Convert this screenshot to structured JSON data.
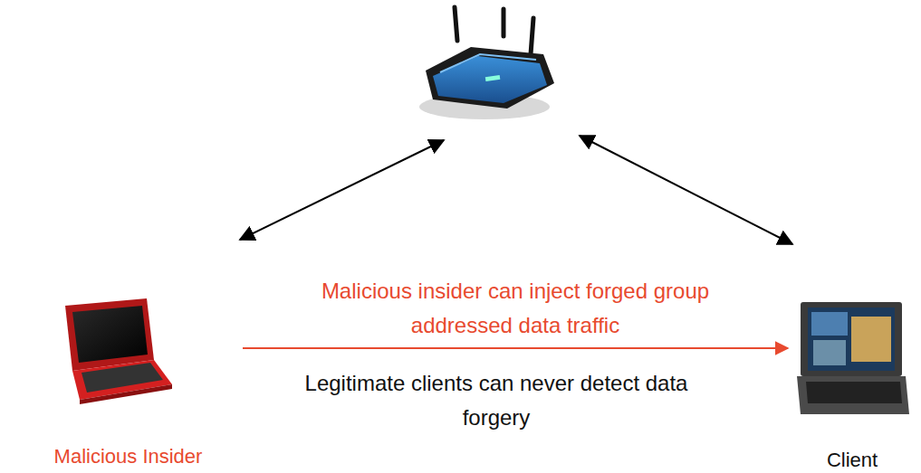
{
  "diagram": {
    "nodes": [
      {
        "text": [
          "Malicious Insider"
        ]
      },
      {
        "text": [
          "Client"
        ]
      }
    ],
    "edges": [
      {
        "from": 0,
        "to": 1,
        "arrow": "to",
        "label": "Malicious insider can inject forged group addressed data traffic"
      }
    ],
    "labels": [
      "Legitimate clients can never detect data forgery"
    ]
  }
}
